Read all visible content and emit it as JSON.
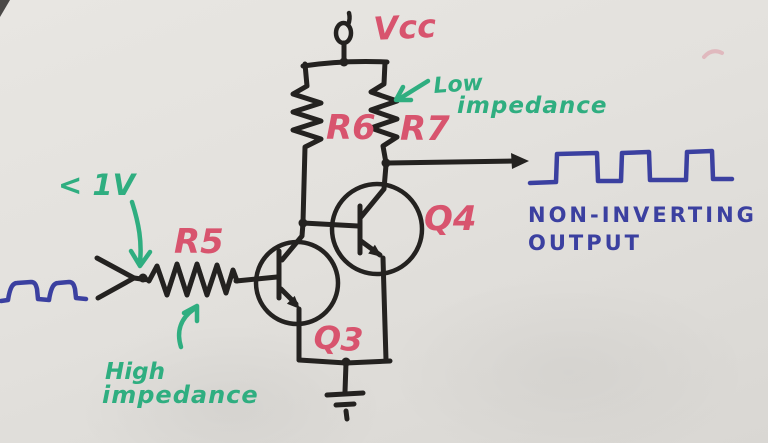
{
  "theme": {
    "bg": "#e3e1dd",
    "bg-edge": "#d9d7d3",
    "ink": "#242220",
    "red": "#d8546e",
    "green": "#2fae80",
    "blue": "#3b40a0"
  },
  "labels": {
    "supply": "Vcc",
    "resistor_r6": "R6",
    "resistor_r7": "R7",
    "resistor_r5": "R5",
    "transistor_q4": "Q4",
    "transistor_q3": "Q3",
    "input_level": "< 1V",
    "low_impedance_line1": "Low",
    "low_impedance_line2": "impedance",
    "high_impedance_line1": "High",
    "high_impedance_line2": "impedance",
    "output_caption_line1": "NON-INVERTING",
    "output_caption_line2": "OUTPUT"
  }
}
